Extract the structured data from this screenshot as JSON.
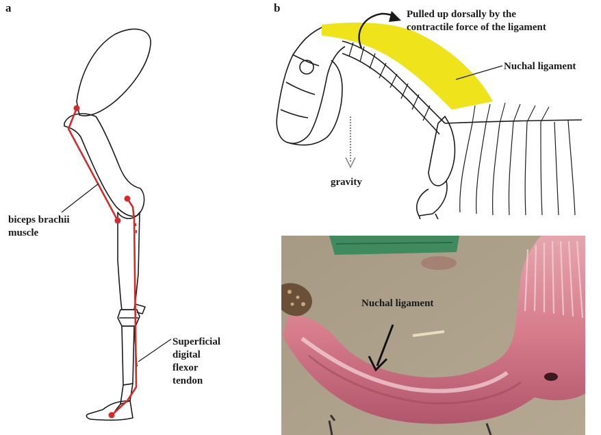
{
  "panels": {
    "a": {
      "letter": "a",
      "labels": {
        "biceps": [
          "biceps brachii",
          "muscle"
        ],
        "sdft": [
          "Superficial",
          "digital",
          "flexor",
          "tendon"
        ]
      }
    },
    "b": {
      "letter": "b",
      "labels": {
        "pulled": [
          "Pulled up dorsally by the",
          "contractile force of the ligament"
        ],
        "nuchal_top": "Nuchal ligament",
        "gravity": "gravity",
        "nuchal_photo": "Nuchal ligament"
      }
    }
  },
  "colors": {
    "highlight_red": "#d42a2a",
    "ligament_yellow": "#efe41c",
    "outline": "#1a1a1a",
    "gravity_arrow": "#888888"
  }
}
